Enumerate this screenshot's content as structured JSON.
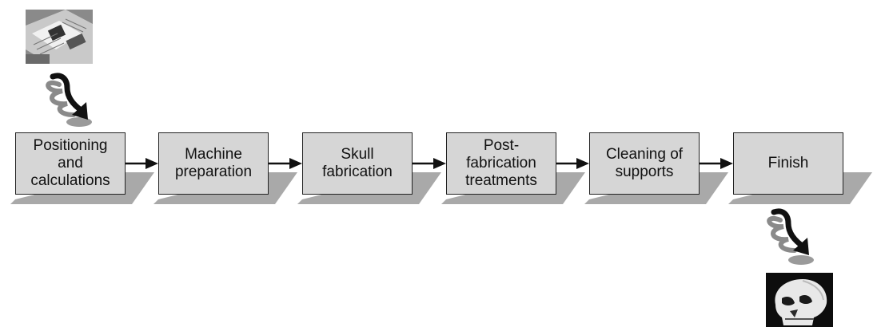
{
  "steps": [
    {
      "label": "Positioning\nand\ncalculations"
    },
    {
      "label": "Machine\npreparation"
    },
    {
      "label": "Skull\nfabrication"
    },
    {
      "label": "Post-\nfabrication\ntreatments"
    },
    {
      "label": "Cleaning of\nsupports"
    },
    {
      "label": "Finish"
    }
  ],
  "images": {
    "input": "cad-printout-photo",
    "output": "skull-model-photo"
  },
  "colors": {
    "box_fill": "#d6d6d6",
    "box_border": "#222222",
    "shadow": "#a9a9a9",
    "arrow": "#111111"
  }
}
